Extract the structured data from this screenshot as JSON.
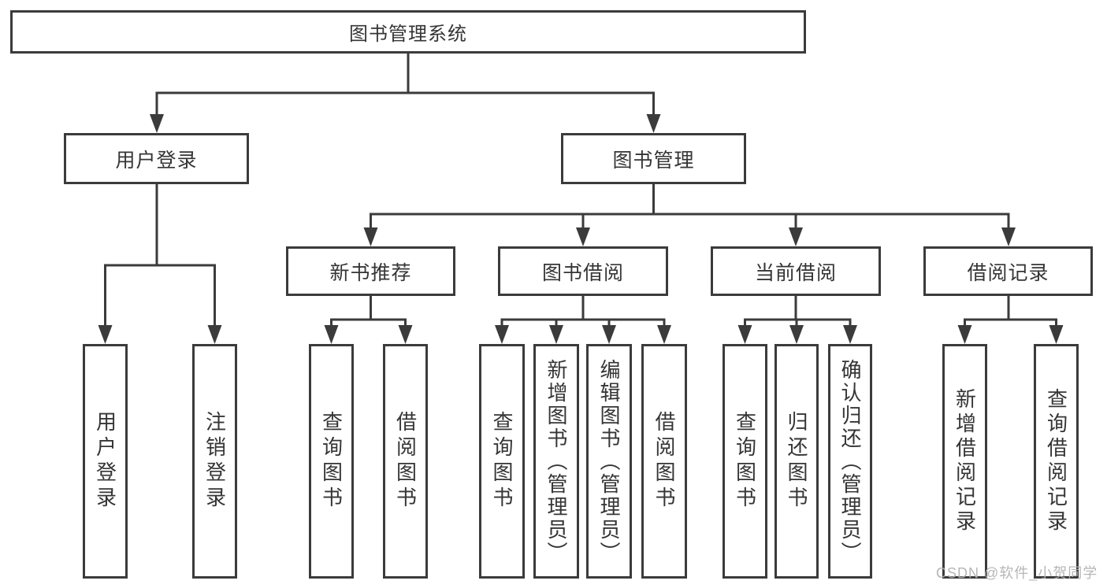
{
  "diagram": {
    "root": {
      "label": "图书管理系统"
    },
    "level2": [
      {
        "label": "用户登录"
      },
      {
        "label": "图书管理"
      }
    ],
    "level3": [
      {
        "label": "新书推荐"
      },
      {
        "label": "图书借阅"
      },
      {
        "label": "当前借阅"
      },
      {
        "label": "借阅记录"
      }
    ],
    "leaves": [
      {
        "label": "用户登录"
      },
      {
        "label": "注销登录"
      },
      {
        "label": "查询图书"
      },
      {
        "label": "借阅图书"
      },
      {
        "label": "查询图书"
      },
      {
        "label": "新增图书（管理员）"
      },
      {
        "label": "编辑图书（管理员）"
      },
      {
        "label": "借阅图书"
      },
      {
        "label": "查询图书"
      },
      {
        "label": "归还图书"
      },
      {
        "label": "确认归还（管理员）"
      },
      {
        "label": "新增借阅记录"
      },
      {
        "label": "查询借阅记录"
      }
    ]
  },
  "watermark": {
    "text": "CSDN @软件_小贺同学"
  },
  "colors": {
    "line": "#3b3b3b",
    "text": "#353535",
    "watermark": "#b2b2b2",
    "background": "#ffffff"
  }
}
